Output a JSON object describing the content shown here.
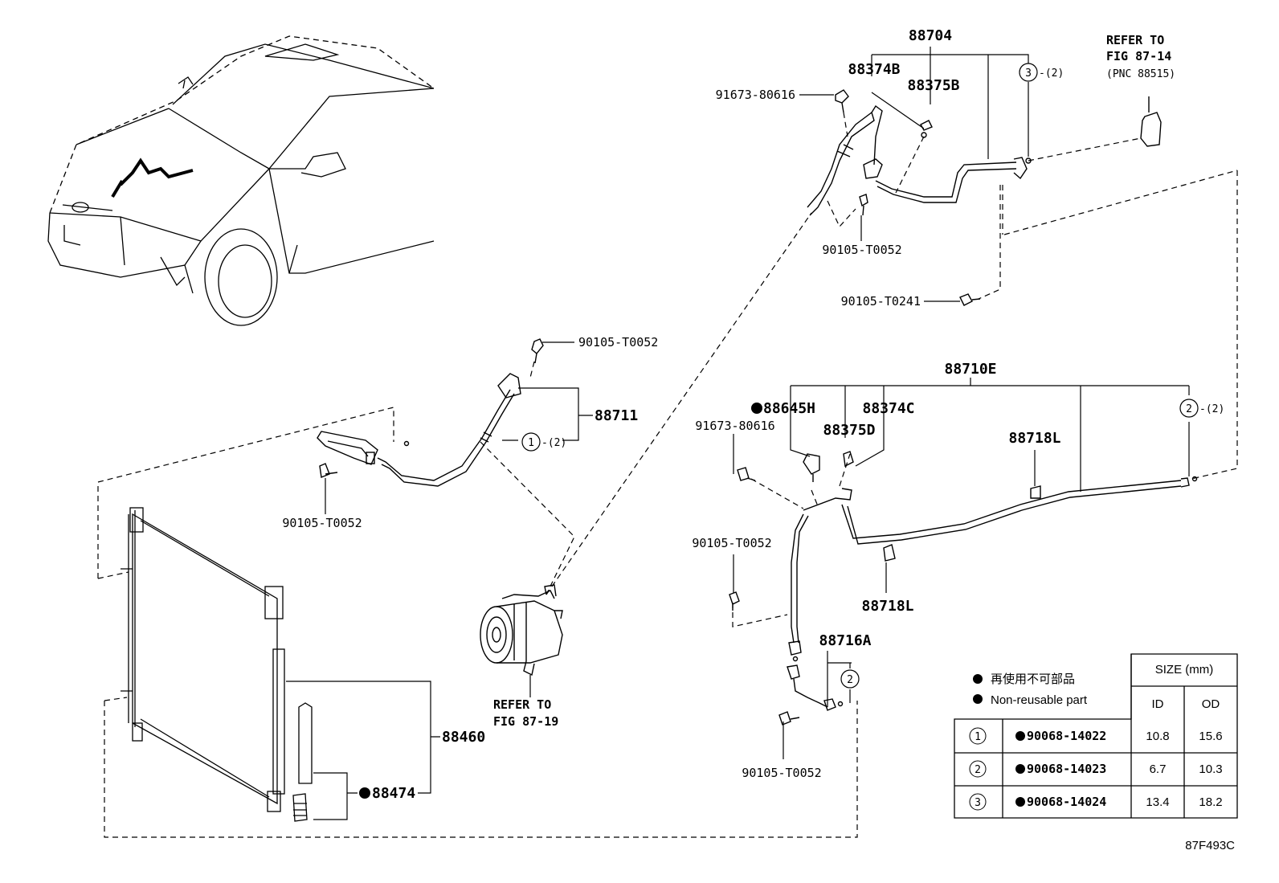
{
  "part_numbers": {
    "p88704": "88704",
    "p88374B": "88374B",
    "p88375B": "88375B",
    "p91673_top": "91673-80616",
    "p90105_t0052_top": "90105-T0052",
    "p90105_t0241": "90105-T0241",
    "p88710E": "88710E",
    "p88645H": "88645H",
    "p88374C": "88374C",
    "p88375D": "88375D",
    "p91673_mid": "91673-80616",
    "p88718L_a": "88718L",
    "p88718L_b": "88718L",
    "p90105_mid": "90105-T0052",
    "p88716A": "88716A",
    "p90105_bottom": "90105-T0052",
    "p90105_hose_top": "90105-T0052",
    "p88711": "88711",
    "p90105_cond": "90105-T0052",
    "p88460": "88460",
    "p88474": "88474"
  },
  "callouts": {
    "c1_num": "1",
    "c2_num": "2",
    "c3_num": "3",
    "qty": "-(2)"
  },
  "references": {
    "ref_top_line1": "REFER TO",
    "ref_top_line2": "FIG 87-14",
    "ref_top_line3": "(PNC 88515)",
    "ref_comp_line1": "REFER TO",
    "ref_comp_line2": "FIG 87-19"
  },
  "legend": {
    "bullet": "●",
    "jp": "再使用不可部品",
    "en": "Non-reusable part"
  },
  "table": {
    "size_header": "SIZE (mm)",
    "col_id": "ID",
    "col_od": "OD",
    "rows": [
      {
        "num": "1",
        "part": "90068-14022",
        "id": "10.8",
        "od": "15.6"
      },
      {
        "num": "2",
        "part": "90068-14023",
        "id": "6.7",
        "od": "10.3"
      },
      {
        "num": "3",
        "part": "90068-14024",
        "id": "13.4",
        "od": "18.2"
      }
    ]
  },
  "figure_code": "87F493C"
}
